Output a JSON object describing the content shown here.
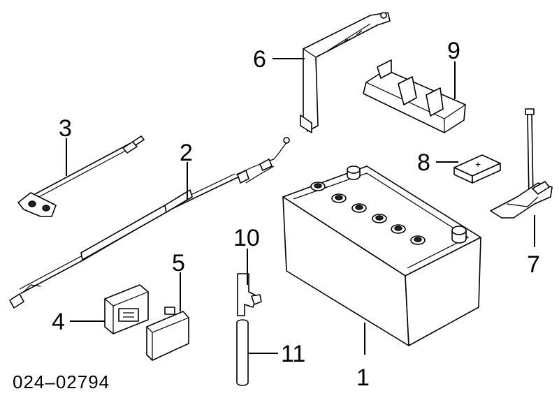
{
  "diagram": {
    "drawing_number": "024–02794",
    "battery_plus_sign": "+",
    "callouts": [
      {
        "id": "c1",
        "text": "1"
      },
      {
        "id": "c2",
        "text": "2"
      },
      {
        "id": "c3",
        "text": "3"
      },
      {
        "id": "c4",
        "text": "4"
      },
      {
        "id": "c5",
        "text": "5"
      },
      {
        "id": "c6",
        "text": "6"
      },
      {
        "id": "c7",
        "text": "7"
      },
      {
        "id": "c8",
        "text": "8"
      },
      {
        "id": "c9",
        "text": "9"
      },
      {
        "id": "c10",
        "text": "10"
      },
      {
        "id": "c11",
        "text": "11"
      }
    ]
  }
}
